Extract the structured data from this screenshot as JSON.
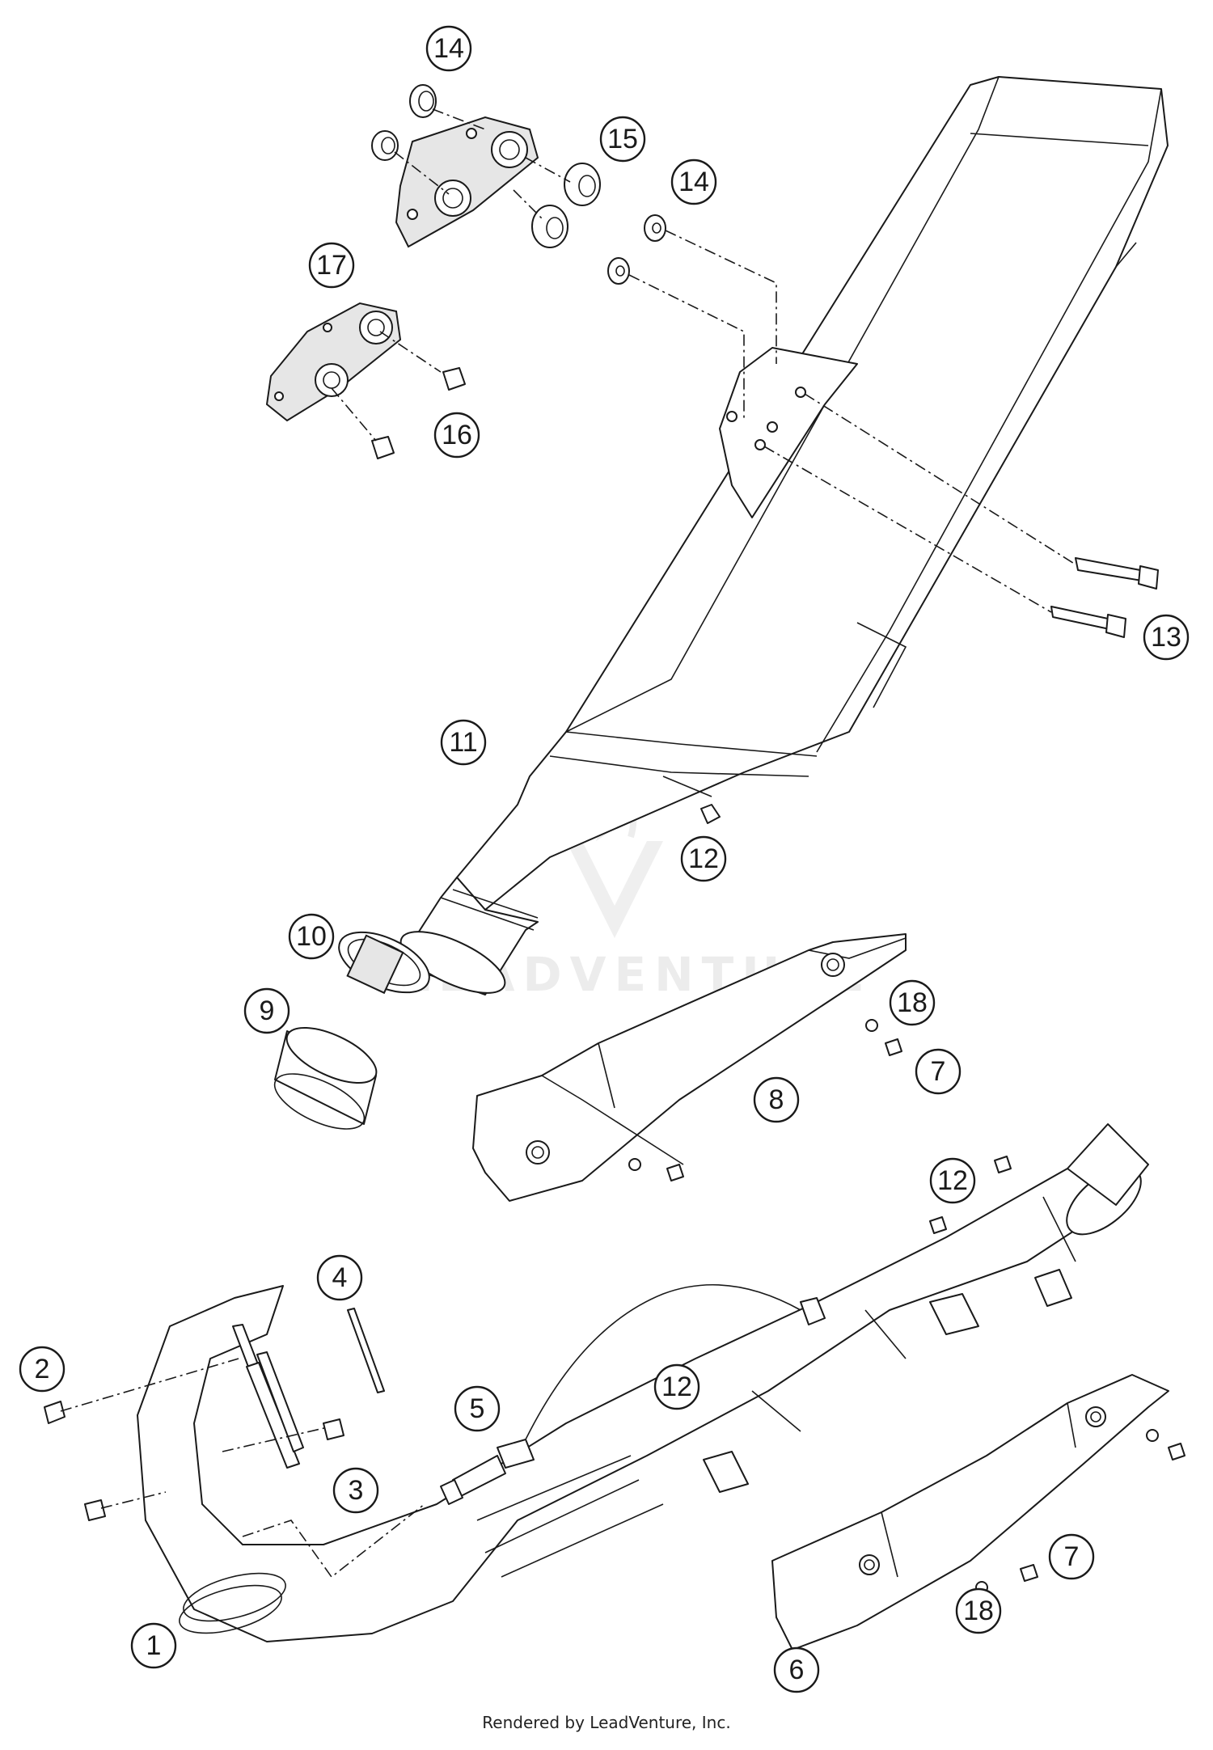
{
  "watermark": "LEADVENTURE",
  "credit": "Rendered by LeadVenture, Inc.",
  "callouts": [
    {
      "id": "c1",
      "label": "1"
    },
    {
      "id": "c2",
      "label": "2"
    },
    {
      "id": "c3",
      "label": "3"
    },
    {
      "id": "c4",
      "label": "4"
    },
    {
      "id": "c5",
      "label": "5"
    },
    {
      "id": "c6",
      "label": "6"
    },
    {
      "id": "c7a",
      "label": "7"
    },
    {
      "id": "c7b",
      "label": "7"
    },
    {
      "id": "c8",
      "label": "8"
    },
    {
      "id": "c9",
      "label": "9"
    },
    {
      "id": "c10",
      "label": "10"
    },
    {
      "id": "c11",
      "label": "11"
    },
    {
      "id": "c12a",
      "label": "12"
    },
    {
      "id": "c12b",
      "label": "12"
    },
    {
      "id": "c12c",
      "label": "12"
    },
    {
      "id": "c13",
      "label": "13"
    },
    {
      "id": "c14a",
      "label": "14"
    },
    {
      "id": "c14b",
      "label": "14"
    },
    {
      "id": "c15",
      "label": "15"
    },
    {
      "id": "c16",
      "label": "16"
    },
    {
      "id": "c17",
      "label": "17"
    },
    {
      "id": "c18a",
      "label": "18"
    },
    {
      "id": "c18b",
      "label": "18"
    }
  ]
}
